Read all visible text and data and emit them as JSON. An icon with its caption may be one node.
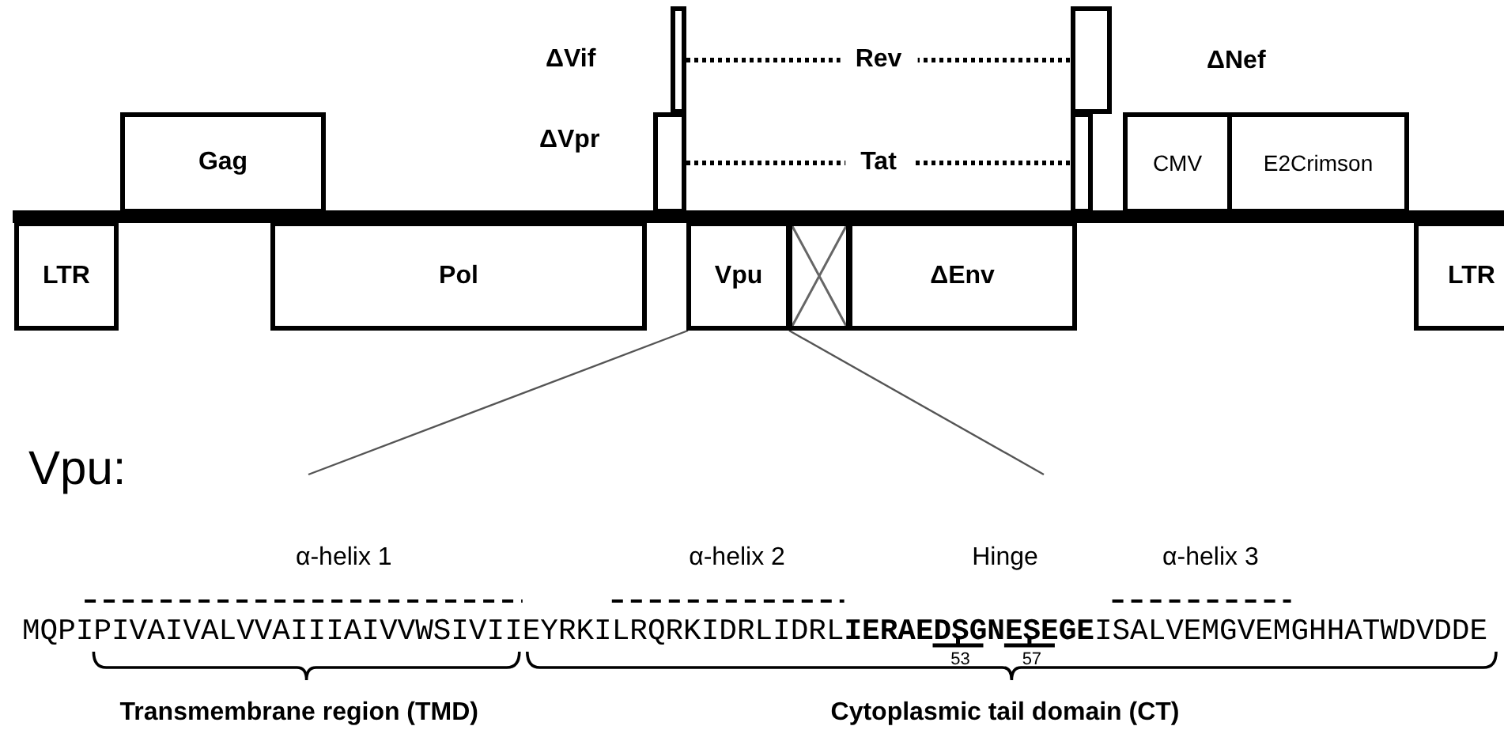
{
  "diagram": {
    "nodes": [
      {
        "text": [
          "LTR"
        ]
      },
      {
        "text": [
          "Gag"
        ]
      },
      {
        "text": [
          "Pol"
        ]
      },
      {
        "text": [
          "ΔVif"
        ]
      },
      {
        "text": [
          "ΔVpr"
        ]
      },
      {
        "text": [
          "Vpu"
        ]
      },
      {
        "text": [],
        "shape": "box"
      },
      {
        "text": [
          "ΔEnv"
        ]
      },
      {
        "text": [],
        "shape": "box"
      },
      {
        "text": [],
        "shape": "box"
      },
      {
        "text": [
          "ΔNef"
        ]
      },
      {
        "text": [
          "CMV"
        ],
        "in": 10
      },
      {
        "text": [
          "E2Crimson"
        ],
        "in": 10
      },
      {
        "text": [
          "LTR"
        ]
      }
    ],
    "edges": [
      {
        "from": 3,
        "to": 8,
        "arrow": "none",
        "label": "Rev",
        "style": "dashed"
      },
      {
        "from": 4,
        "to": 9,
        "arrow": "none",
        "label": "Tat",
        "style": "dashed"
      },
      {
        "from": 5,
        "to": null,
        "arrow": "none"
      },
      {
        "from": 6,
        "to": null,
        "arrow": "none"
      }
    ],
    "labels": [
      "Vpu:",
      "α-helix 1",
      "α-helix 2",
      "Hinge",
      "α-helix 3",
      "MQPIPIVAIVALVVAIIIAIVVWSIVIIEYRKILRQRKIDRLIDRL**IERAEDSGNESEGE**ISALVEMGVEMGHHATWDVDDE",
      "53",
      "57",
      "Transmembrane region (TMD)",
      "Cytoplasmic tail domain (CT)"
    ]
  }
}
